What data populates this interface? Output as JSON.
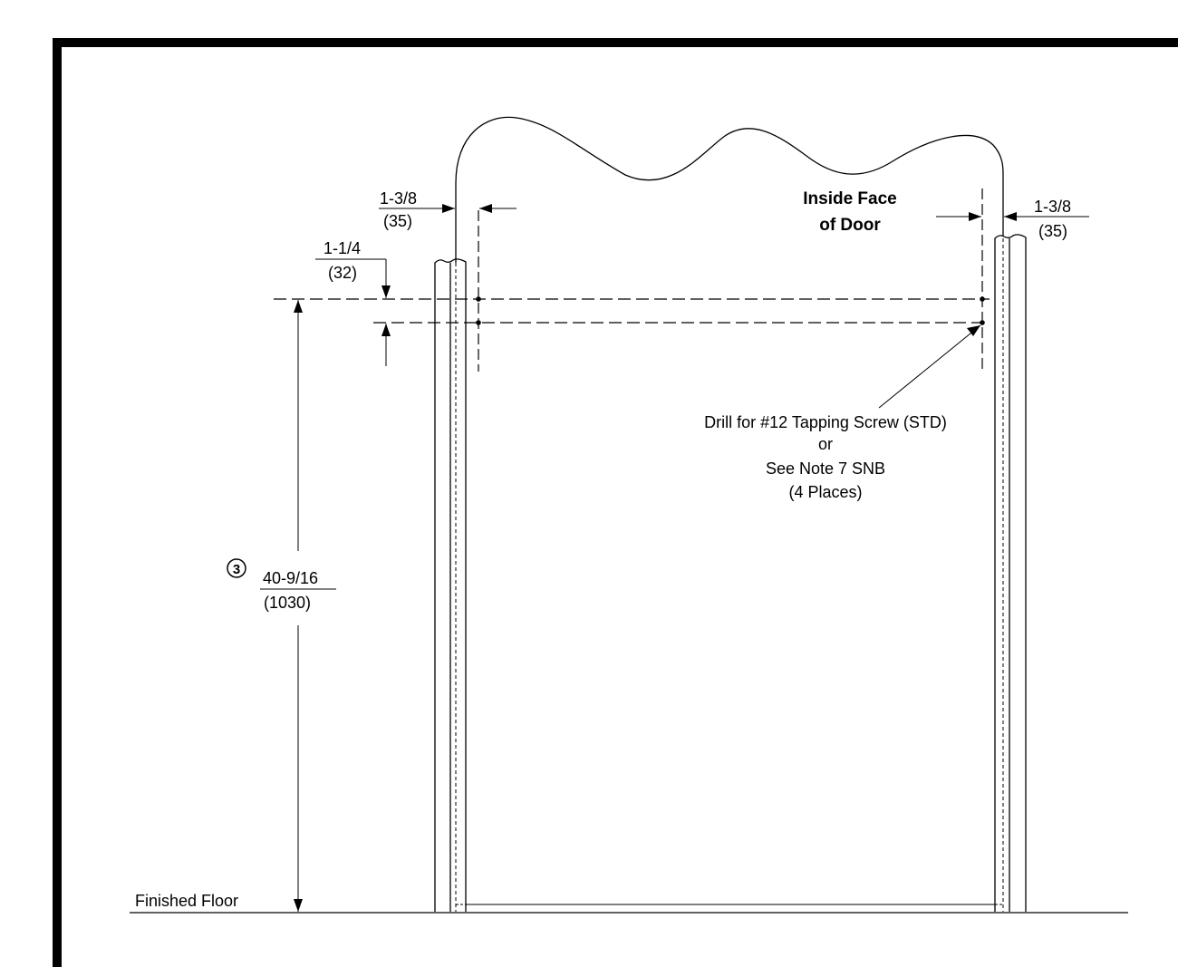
{
  "labels": {
    "left_door_offset": {
      "fraction": "1-3/8",
      "metric": "(35)"
    },
    "right_door_offset": {
      "fraction": "1-3/8",
      "metric": "(35)"
    },
    "hole_spacing": {
      "fraction": "1-1/4",
      "metric": "(32)"
    },
    "height": {
      "note_number": "3",
      "fraction": "40-9/16",
      "metric": "(1030)"
    },
    "inside_face": [
      "Inside Face",
      "of Door"
    ],
    "drill_note": [
      "Drill for #12 Tapping Screw (STD)",
      "or",
      "See Note 7 SNB",
      "(4 Places)"
    ],
    "floor": "Finished Floor"
  }
}
